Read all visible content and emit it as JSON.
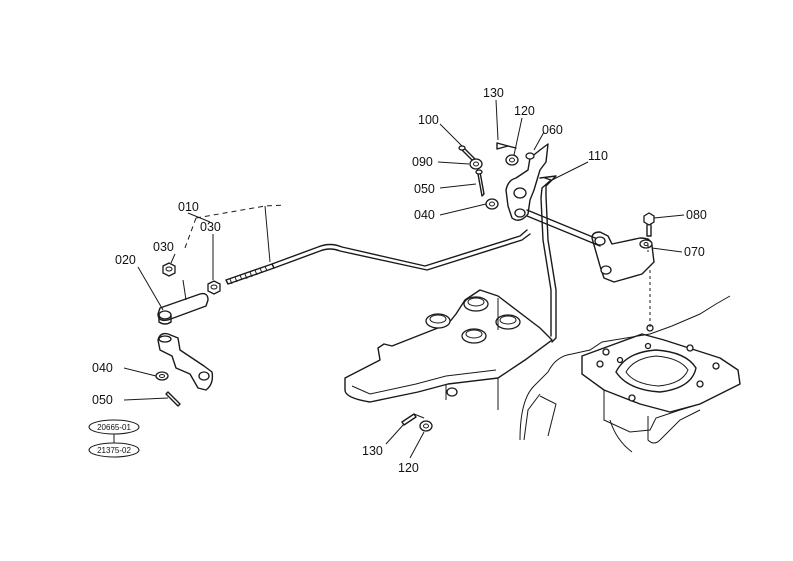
{
  "callouts": {
    "c010": "010",
    "c020": "020",
    "c030a": "030",
    "c030b": "030",
    "c040l": "040",
    "c050l": "050",
    "c130t": "130",
    "c100": "100",
    "c120t": "120",
    "c060": "060",
    "c090": "090",
    "c050r": "050",
    "c040r": "040",
    "c110": "110",
    "c080": "080",
    "c070": "070",
    "c130b": "130",
    "c120b": "120"
  },
  "reference_codes": [
    "20665-01",
    "21375-02"
  ]
}
